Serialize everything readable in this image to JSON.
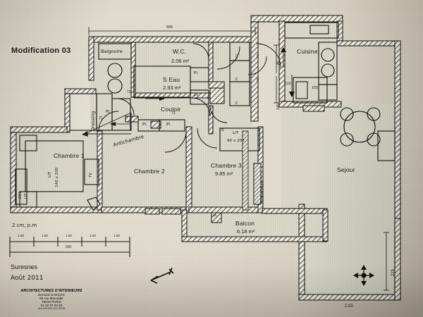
{
  "document": {
    "title": "Modification 03",
    "place": "Suresnes",
    "date": "Août 2011",
    "scale_note": "2 cm, p.m"
  },
  "firm": {
    "name": "ARCHITECTURES D'INTERIEURS",
    "architect": "Bernard GARÇON",
    "street": "60 rue Marcadet",
    "city": "75018 PARIS",
    "phone": "01 42 57 63 93",
    "siret": "siret 453 828 091 00015"
  },
  "scale_bar": {
    "ticks": [
      "1.00",
      "1.00",
      "1.00",
      "1.00",
      "1.00"
    ],
    "total": "500"
  },
  "rooms": [
    {
      "name": "Chambre 1",
      "area": ""
    },
    {
      "name": "Chambre 2",
      "area": ""
    },
    {
      "name": "Chambre 3",
      "area": "9.85 m²"
    },
    {
      "name": "S Eau",
      "area": "2.93 m²"
    },
    {
      "name": "W.C.",
      "area": "2.06 m²"
    },
    {
      "name": "Couloir",
      "area": ""
    },
    {
      "name": "Cuisine",
      "area": ""
    },
    {
      "name": "Sejour",
      "area": ""
    },
    {
      "name": "Balcon",
      "area": "6.18 m²"
    }
  ],
  "labels": {
    "baignoire": "Baignoire",
    "dressing": "Dressing",
    "antichambre": "Antichambre",
    "bibliotheque": "Bibliothèque",
    "placard_1": "Pl.",
    "placard_2": "Pl.",
    "placard_3": "Pl",
    "placard_4": "Pl.",
    "placard_5": "Pl.",
    "placard_6": "Pl.",
    "placard_7": "Pl",
    "tv": "TV",
    "lit_1_label": "LIT",
    "lit_1_size": "140 x 200",
    "lit_3_label": "LIT",
    "lit_3_size": "90 x 200",
    "lit_2_label": "LIT",
    "lit_2_size": "213",
    "wc_cell": "W.C.",
    "plc_cell_a": "Pl.",
    "plc_cell_b": "Pl."
  },
  "dimensions": {
    "top_overall": "605",
    "bath_73": "73",
    "couloir_73": "73",
    "couloir_73b": "73",
    "ch3_78": "78",
    "kitchen_110": "110",
    "kitchen_150": "150",
    "kitchen_140": "140",
    "kitchen_40": "40",
    "right_225": "225",
    "bottom_293": "2.93",
    "small_73": "73",
    "small_78": "78"
  },
  "colors": {
    "ink": "#1c1a16",
    "paper": "#e2ddd0",
    "wall": "#14120f",
    "room_fill": "#dcd9cb"
  }
}
